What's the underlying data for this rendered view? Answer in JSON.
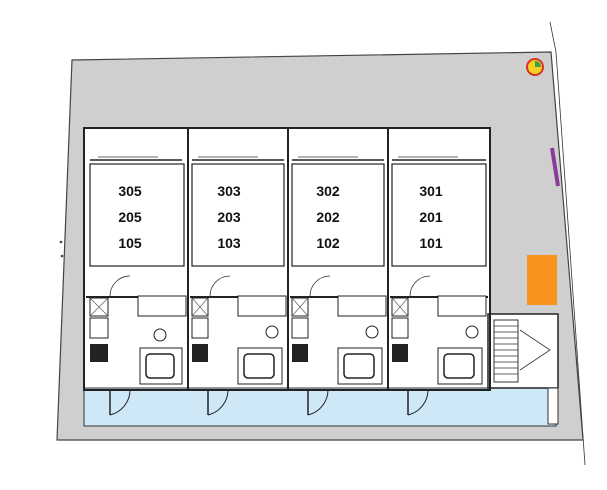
{
  "plan": {
    "units": [
      {
        "id": "col-1",
        "labels": [
          "305",
          "205",
          "105"
        ]
      },
      {
        "id": "col-2",
        "labels": [
          "303",
          "203",
          "103"
        ]
      },
      {
        "id": "col-3",
        "labels": [
          "302",
          "202",
          "102"
        ]
      },
      {
        "id": "col-4",
        "labels": [
          "301",
          "201",
          "101"
        ]
      }
    ],
    "colors": {
      "site": "#cfcfcf",
      "corridor": "#cfe8f7",
      "orange_block": "#f7941d",
      "purple_mark": "#8a3a9a",
      "marker_red": "#d9322b",
      "marker_green": "#3aa04a",
      "marker_yellow": "#f2d024"
    },
    "icons": [
      "site-marker-icon",
      "stair-icon",
      "door-swing-icon",
      "bathtub-icon",
      "toilet-icon",
      "sink-icon"
    ]
  }
}
